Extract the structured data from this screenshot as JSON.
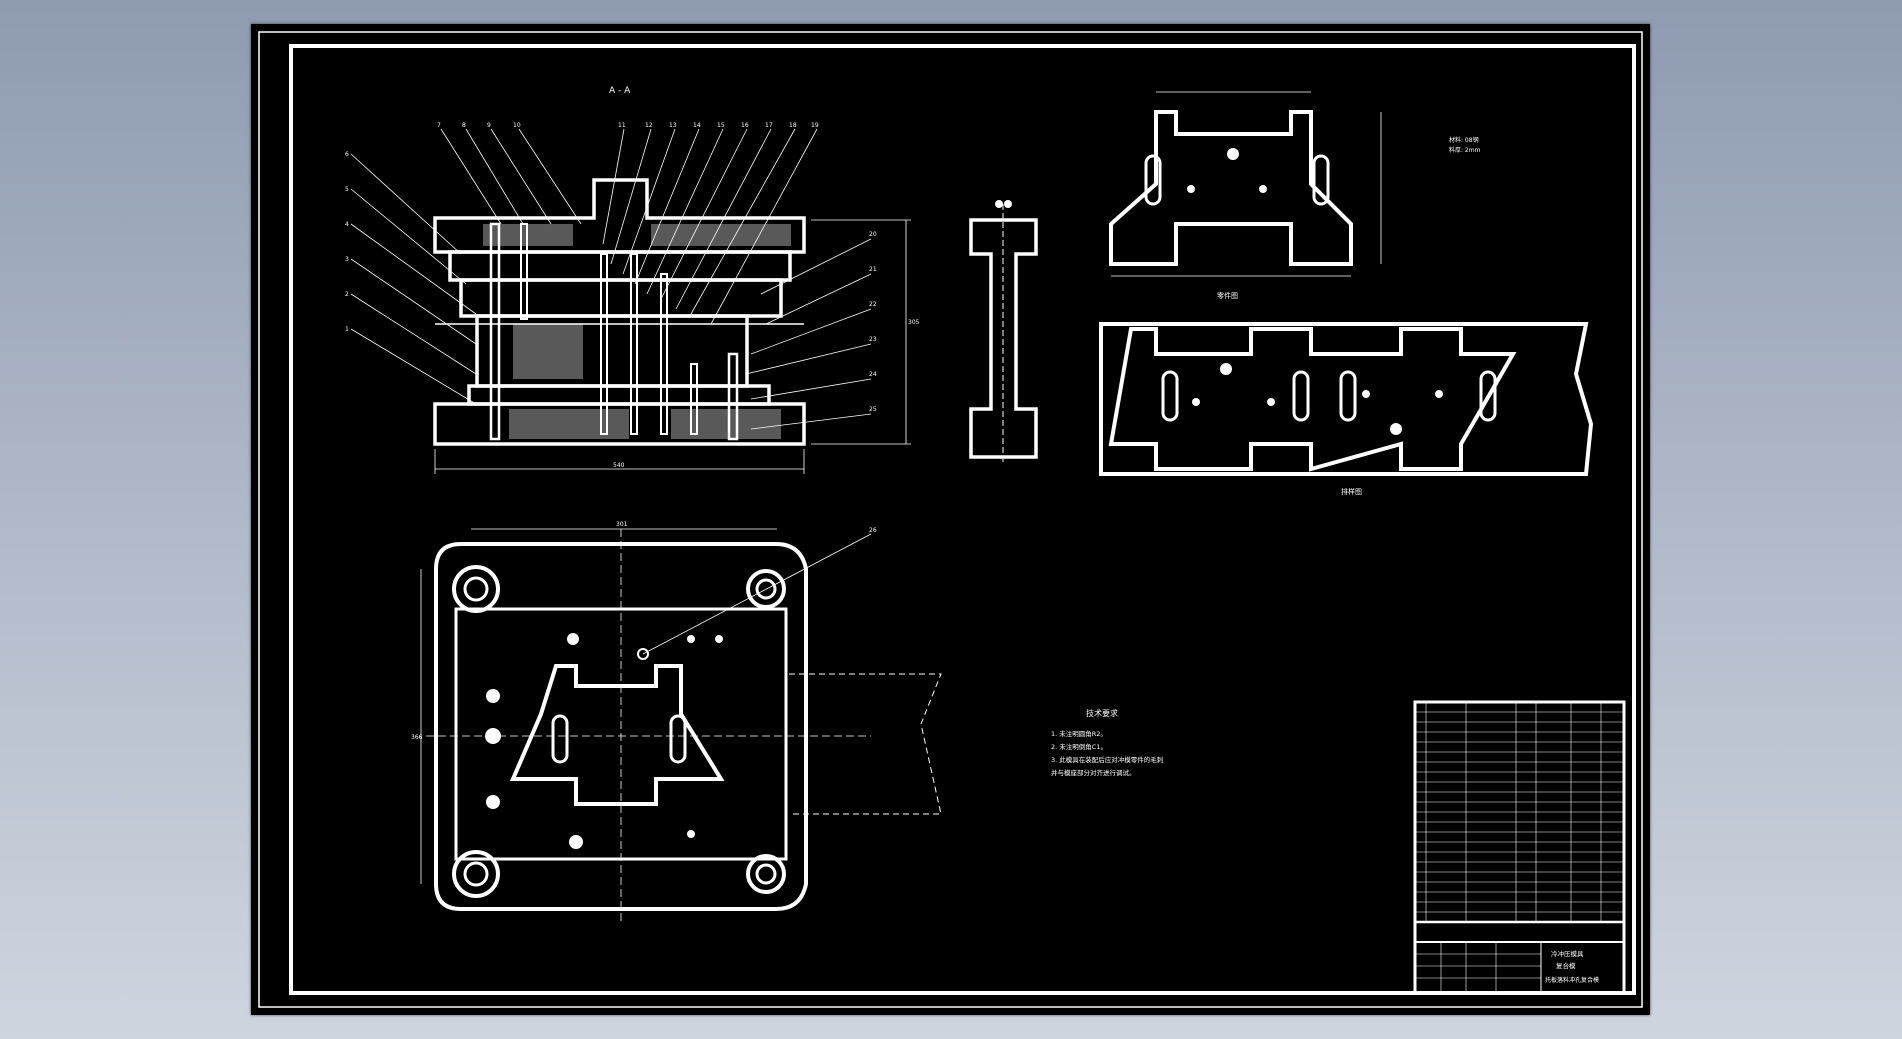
{
  "drawing": {
    "section_title": "A - A",
    "balloons_top": [
      "7",
      "8",
      "9",
      "10",
      "11",
      "12",
      "13",
      "14",
      "15",
      "16",
      "17",
      "18",
      "19"
    ],
    "balloons_left": [
      "6",
      "5",
      "4",
      "3",
      "2",
      "1"
    ],
    "balloons_right": [
      "20",
      "21",
      "22",
      "23",
      "24",
      "25"
    ],
    "balloon_plan": "26",
    "dim_overall_width": "540",
    "dim_height": "305",
    "dim_plan_width": "301",
    "dim_plan_height": "366",
    "part_view_label": "零件图",
    "strip_label": "排样图",
    "technical_requirements_title": "技术要求",
    "technical_requirements": [
      "1. 未注明圆角R2。",
      "2. 未注明倒角C1。",
      "3. 此模具在装配后应对冲模零件的毛刺",
      "   并与模座部分对齐进行调试。"
    ],
    "material_line1": "材料: 08钢",
    "material_line2": "料厚: 2mm",
    "title_block_title1": "冷冲压模具",
    "title_block_title2": "复合模",
    "title_block_title3": "托板落料冲孔复合模"
  },
  "colors": {
    "sheet": "#000000",
    "lines": "#ffffff",
    "background": "#a0abbd"
  }
}
